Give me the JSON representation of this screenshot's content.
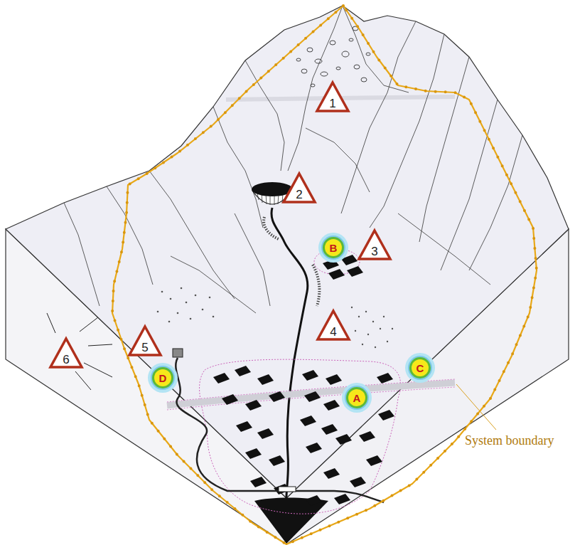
{
  "diagram": {
    "nodes": [
      {
        "text": [
          "1"
        ]
      },
      {
        "text": [
          "2"
        ]
      },
      {
        "text": [
          "B"
        ]
      },
      {
        "text": [
          "3"
        ]
      },
      {
        "text": [
          "4"
        ]
      },
      {
        "text": [
          "5"
        ]
      },
      {
        "text": [
          "6"
        ]
      },
      {
        "text": [
          "C"
        ]
      },
      {
        "text": [
          "D"
        ]
      },
      {
        "text": [
          "A"
        ]
      }
    ],
    "labels": [
      "System boundary"
    ]
  }
}
